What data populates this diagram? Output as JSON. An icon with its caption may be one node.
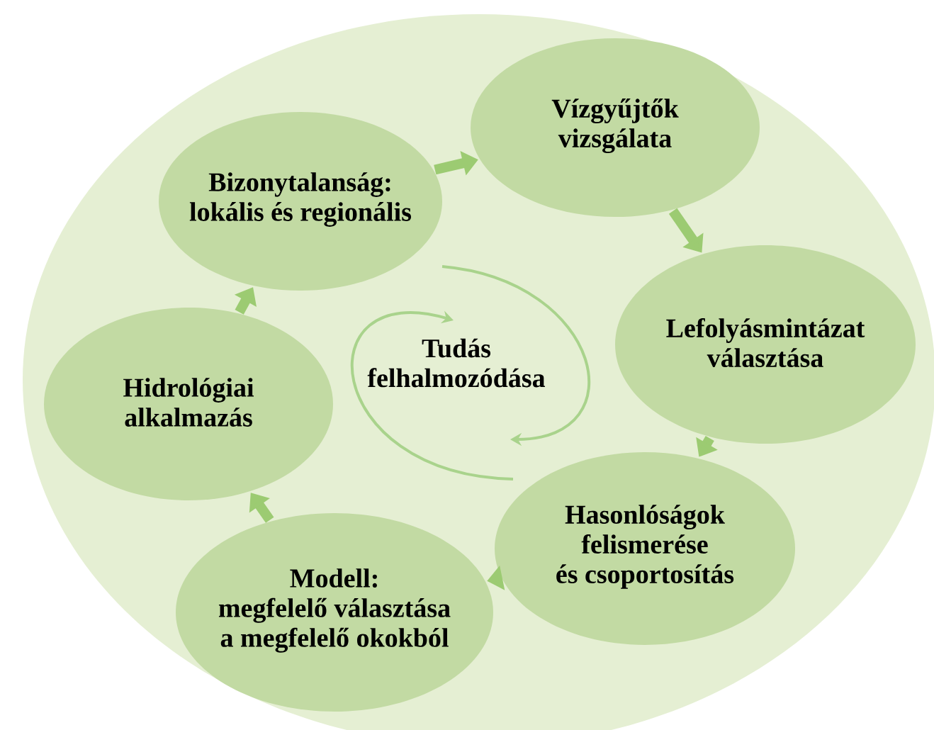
{
  "diagram": {
    "nodes": [
      {
        "text": [
          "Bizonytalanság: lokális és regionális"
        ]
      },
      {
        "text": [
          "Vízgyűjtők vizsgálata"
        ]
      },
      {
        "text": [
          "Lefolyásmintázat választása"
        ]
      },
      {
        "text": [
          "Hasonlóságok felismerése és csoportosítás"
        ]
      },
      {
        "text": [
          "Modell: megfelelő választása a megfelelő okokból"
        ]
      },
      {
        "text": [
          "Hidrológiai alkalmazás"
        ]
      }
    ],
    "edges": [
      {
        "from": 0,
        "to": 1,
        "arrow": "to"
      },
      {
        "from": 1,
        "to": 2,
        "arrow": "to"
      },
      {
        "from": 2,
        "to": 3,
        "arrow": "to"
      },
      {
        "from": 3,
        "to": 4,
        "arrow": "to"
      },
      {
        "from": 4,
        "to": 5,
        "arrow": "to"
      },
      {
        "from": 5,
        "to": 0,
        "arrow": "to"
      }
    ],
    "labels": [
      "Tudás felhalmozódása"
    ]
  }
}
